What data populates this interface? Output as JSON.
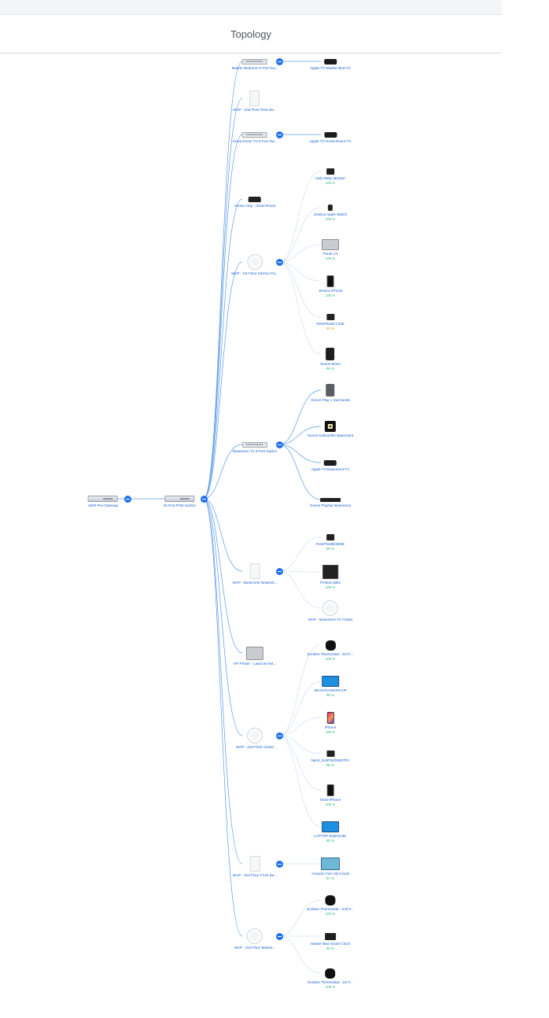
{
  "header": {
    "title": "Topology"
  },
  "colors": {
    "link": "#5b9be8",
    "wireless_link": "#9ec4ee",
    "badge": "#1f6ff0",
    "good": "#2bb673",
    "warn": "#f5922a"
  },
  "topology": {
    "gateway": {
      "name": "UDM-Pro-Gateway",
      "icon": "rack-gateway-icon"
    },
    "core_switch": {
      "name": "24-Port-POE-Switch",
      "icon": "rack-switch-icon"
    },
    "branches": [
      {
        "name": "Master Bedroom 8 Port Sw...",
        "icon": "switch-icon",
        "children": [
          {
            "name": "Apple-TV-Master-Bed-TV",
            "icon": "apple-tv-icon"
          }
        ]
      },
      {
        "name": "WAP - 2nd Floor Rear Be...",
        "icon": "wall-ap-icon",
        "children": []
      },
      {
        "name": "Great Room TV 8 Port Sw...",
        "icon": "switch-icon",
        "children": [
          {
            "name": "Apple-TV-Great-Room-TV",
            "icon": "apple-tv-icon"
          }
        ]
      },
      {
        "name": "Sonos Amp - Great Room",
        "icon": "sonos-amp-icon",
        "children": []
      },
      {
        "name": "WAP - 1st Floor Kitchen Pa...",
        "icon": "round-ap-icon",
        "children": [
          {
            "name": "Halo Baby Monitor",
            "icon": "camera-icon",
            "stat": "100 %",
            "stat_color": "good"
          },
          {
            "name": "Jessica Apple Watch",
            "icon": "watch-icon",
            "stat": "100 %",
            "stat_color": "good"
          },
          {
            "name": "Pauls-Air",
            "icon": "laptop-icon",
            "stat": "100 %",
            "stat_color": "good"
          },
          {
            "name": "Jessica iPhone",
            "icon": "phone-icon",
            "stat": "100 %",
            "stat_color": "good"
          },
          {
            "name": "RestPlus5CC436",
            "icon": "camera-icon",
            "stat": "83 %",
            "stat_color": "warn"
          },
          {
            "name": "Sonos-Move",
            "icon": "speaker-icon",
            "stat": "99 %",
            "stat_color": "good"
          }
        ]
      },
      {
        "name": "Basement TV 8 Port Switch",
        "icon": "switch-icon",
        "children": [
          {
            "name": "Sonos Play 1 Surrounds",
            "icon": "speaker-grey-icon"
          },
          {
            "name": "Sonos Subwoofer Basement",
            "icon": "subwoofer-icon"
          },
          {
            "name": "Apple-TV-Basement-TV",
            "icon": "apple-tv-icon"
          },
          {
            "name": "Sonos Playbar Basement",
            "icon": "soundbar-icon"
          }
        ]
      },
      {
        "name": "WAP - Basement Network...",
        "icon": "wall-ap-icon",
        "children": [
          {
            "name": "RestPlus8D3D0E",
            "icon": "camera-icon",
            "stat": "90 %",
            "stat_color": "good"
          },
          {
            "name": "Peloton Bike",
            "icon": "bike-icon",
            "stat": "100 %",
            "stat_color": "good"
          },
          {
            "name": "WAP - Basement TV Closet",
            "icon": "round-ap-icon"
          }
        ]
      },
      {
        "name": "HP Printer - LaserJet M4...",
        "icon": "printer-icon",
        "children": []
      },
      {
        "name": "WAP - 2nd Floor Closet",
        "icon": "round-ap-icon",
        "children": [
          {
            "name": "Ecobee Thermostat - 3rd F...",
            "icon": "thermostat-icon",
            "stat": "100 %",
            "stat_color": "good"
          },
          {
            "name": "SEAN-RANGER-HP",
            "icon": "laptop-blue-icon",
            "stat": "99 %",
            "stat_color": "good"
          },
          {
            "name": "iPhone",
            "icon": "phone-color-icon",
            "stat": "100 %",
            "stat_color": "good"
          },
          {
            "name": "Nanit_N15FWZ5M3TbY",
            "icon": "camera-icon",
            "stat": "96 %",
            "stat_color": "good"
          },
          {
            "name": "Sean-iPhone",
            "icon": "phone-icon",
            "stat": "100 %",
            "stat_color": "good"
          },
          {
            "name": "LAPTOP-5Q0O2J5L",
            "icon": "laptop-blue-icon",
            "stat": "80 %",
            "stat_color": "good"
          }
        ]
      },
      {
        "name": "WAP - 2nd Floor Front Be...",
        "icon": "wall-ap-icon",
        "children": [
          {
            "name": "Amazon Fire HD 8 Kids",
            "icon": "tablet-icon",
            "stat": "97 %",
            "stat_color": "good"
          }
        ]
      },
      {
        "name": "WAP - 2nd Floor Master...",
        "icon": "round-ap-icon",
        "children": [
          {
            "name": "Ecobee Thermostat - 2nd F...",
            "icon": "thermostat-icon",
            "stat": "100 %",
            "stat_color": "good"
          },
          {
            "name": "Master Bed Smart Clock",
            "icon": "clock-icon",
            "stat": "90 %",
            "stat_color": "good"
          },
          {
            "name": "Ecobee Thermostat - 1st F...",
            "icon": "thermostat-icon",
            "stat": "100 %",
            "stat_color": "good"
          }
        ]
      }
    ]
  }
}
